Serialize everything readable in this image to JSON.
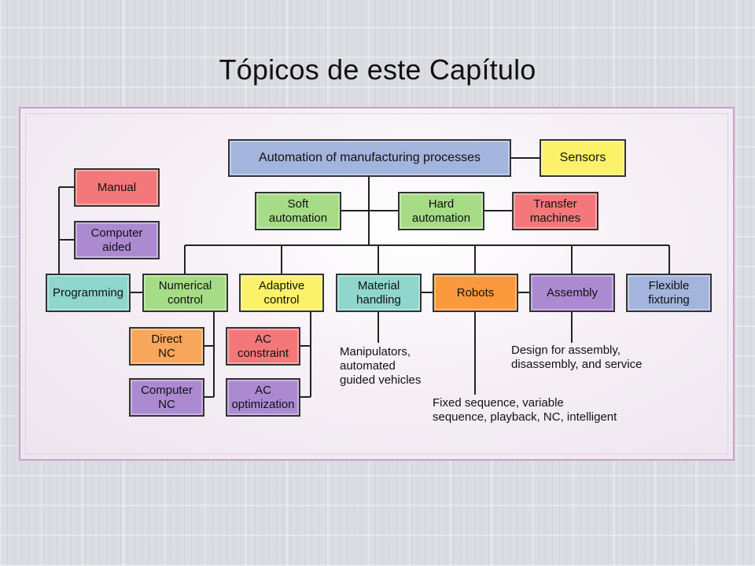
{
  "slide": {
    "title": "Tópicos de este Capítulo"
  },
  "diagram": {
    "root": "Automation of manufacturing processes",
    "sensors": "Sensors",
    "soft_automation": "Soft\nautomation",
    "hard_automation": "Hard\nautomation",
    "transfer_machines": "Transfer\nmachines",
    "manual": "Manual",
    "computer_aided": "Computer\naided",
    "programming": "Programming",
    "numerical_control": "Numerical\ncontrol",
    "adaptive_control": "Adaptive\ncontrol",
    "material_handling": "Material\nhandling",
    "robots": "Robots",
    "assembly": "Assembly",
    "flexible_fixturing": "Flexible\nfixturing",
    "direct_nc": "Direct\nNC",
    "computer_nc": "Computer\nNC",
    "ac_constraint": "AC\nconstraint",
    "ac_optimization": "AC\noptimization",
    "material_handling_note": "Manipulators,\nautomated\nguided vehicles",
    "assembly_note": "Design for assembly,\ndisassembly, and service",
    "robots_note": "Fixed sequence, variable\nsequence, playback, NC, intelligent"
  },
  "colors": {
    "blue": "#a3b4dd",
    "yellow": "#fbf26a",
    "green": "#a6dc86",
    "red": "#f4787a",
    "purple": "#ac8ad2",
    "teal": "#8fd6cd",
    "orange": "#fb9a3d"
  }
}
